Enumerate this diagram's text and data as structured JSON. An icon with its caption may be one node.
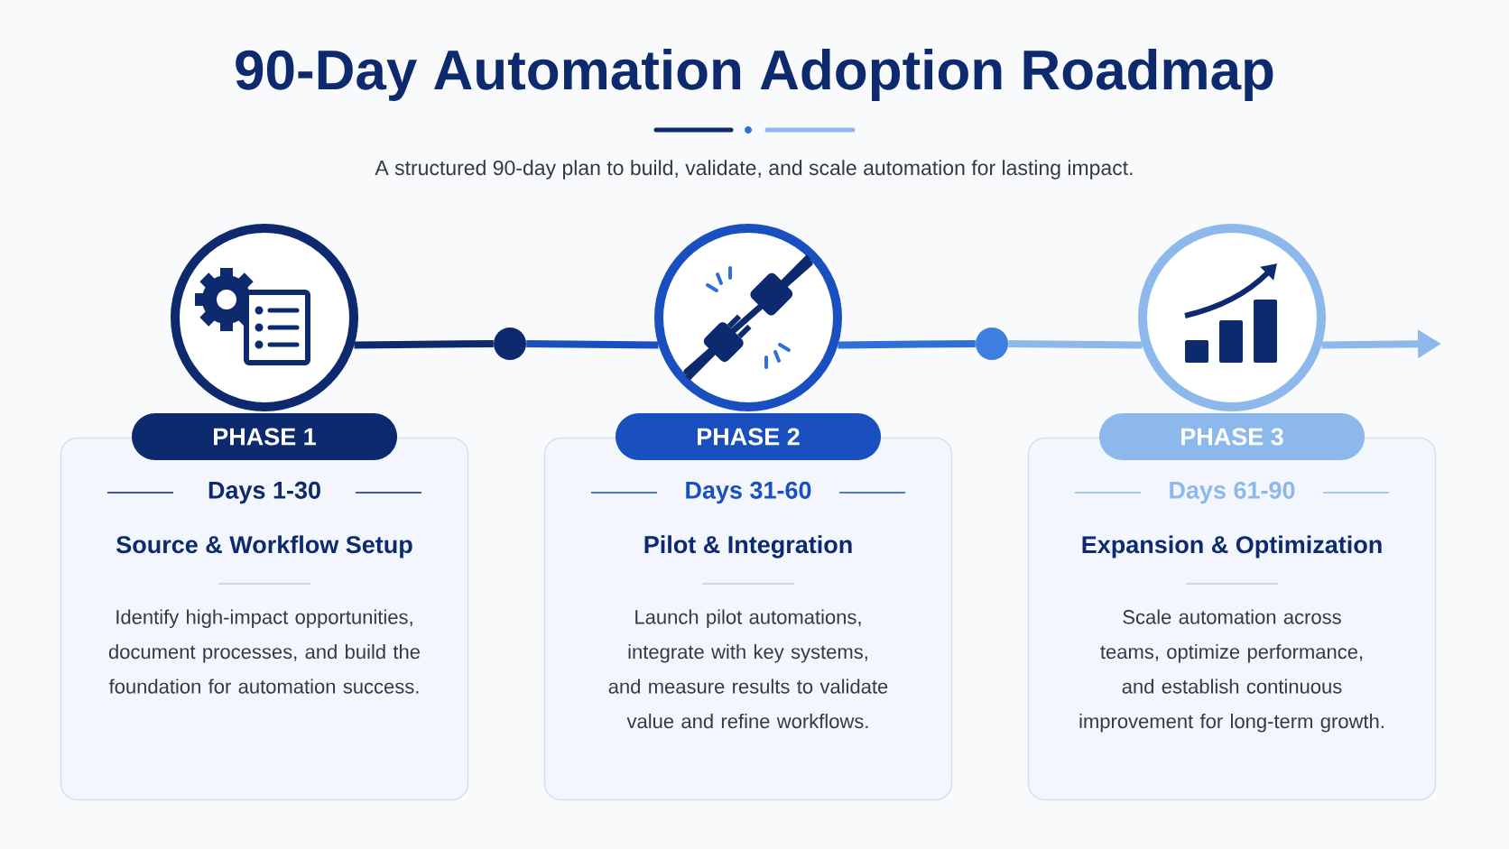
{
  "diagram": {
    "title": "90-Day Automation Adoption Roadmap",
    "nodes": [
      {
        "text": [],
        "shape": "circle"
      },
      {
        "text": [],
        "shape": "circle"
      },
      {
        "text": [],
        "shape": "circle"
      },
      {
        "text": [],
        "shape": "circle"
      },
      {
        "text": [],
        "shape": "circle"
      },
      {
        "text": [
          "PHASE 1",
          "Days 1-30",
          "Source & Workflow Setup",
          "Identify high-impact opportunities, document processes, and build the foundation for automation success."
        ]
      },
      {
        "text": [
          "PHASE 2",
          "Days 31-60",
          "Pilot & Integration",
          "Launch pilot automations, integrate with key systems, and measure results to validate value and refine workflows."
        ]
      },
      {
        "text": [
          "PHASE 3",
          "Days 61-90",
          "Expansion & Optimization",
          "Scale automation across teams, optimize performance, and establish continuous improvement for long-term growth."
        ]
      }
    ],
    "edges": [
      {
        "from": 0,
        "to": 1,
        "arrow": "none",
        "color": "#0d2a6e"
      },
      {
        "from": 1,
        "to": 2,
        "arrow": "none",
        "color": "#1a4fbf"
      },
      {
        "from": 2,
        "to": 3,
        "arrow": "none",
        "color": "#2f6fd8"
      },
      {
        "from": 3,
        "to": 4,
        "arrow": "none",
        "color": "#8db8ec"
      },
      {
        "from": 4,
        "to": null,
        "arrow": "to",
        "color": "#8db8ec"
      }
    ],
    "labels": [
      "A structured 90-day plan to build, validate, and scale automation for lasting impact."
    ]
  }
}
